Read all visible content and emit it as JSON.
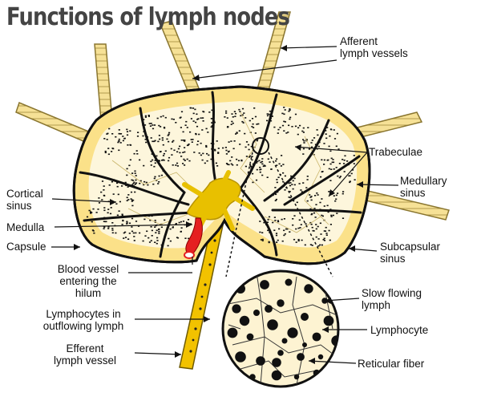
{
  "title": "Functions of lymph nodes",
  "labels": {
    "afferent": [
      "Afferent",
      "lymph vessels"
    ],
    "trabeculae": [
      "Trabeculae"
    ],
    "medullary_sinus": [
      "Medullary",
      "sinus"
    ],
    "cortical_sinus": [
      "Cortical",
      "sinus"
    ],
    "medulla": [
      "Medulla"
    ],
    "capsule": [
      "Capsule"
    ],
    "subcapsular_sinus": [
      "Subcapsular",
      "sinus"
    ],
    "blood_vessel": [
      "Blood vessel",
      "entering the",
      "hilum"
    ],
    "slow_flowing": [
      "Slow flowing",
      "lymph"
    ],
    "lymphocytes_out": [
      "Lymphocytes in",
      "outflowing lymph"
    ],
    "lymphocyte": [
      "Lymphocyte"
    ],
    "efferent": [
      "Efferent",
      "lymph vessel"
    ],
    "reticular": [
      "Reticular fiber"
    ]
  },
  "colors": {
    "node_fill": "#f7e9a6",
    "capsule_fill": "#fbe189",
    "medulla": "#e8c000",
    "blood_vessel": "#e52020",
    "outline": "#111111"
  }
}
